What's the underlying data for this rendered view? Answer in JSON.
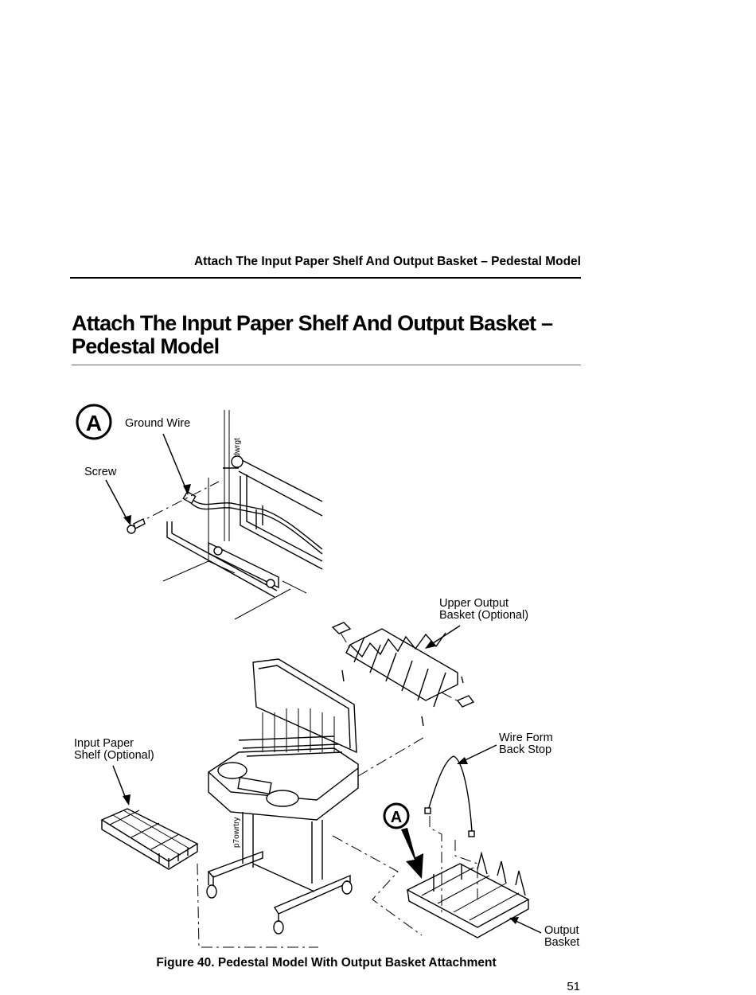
{
  "running_header": "Attach The Input Paper Shelf And Output Basket – Pedestal Model",
  "title": {
    "line1": "Attach The Input Paper Shelf And Output Basket –",
    "line2": "Pedestal Model"
  },
  "figure": {
    "callout_letter": "A",
    "labels": {
      "ground_wire": "Ground Wire",
      "screw": "Screw",
      "upper_output_basket_line1": "Upper Output",
      "upper_output_basket_line2": "Basket (Optional)",
      "wire_form_line1": "Wire Form",
      "wire_form_line2": "Back Stop",
      "input_shelf_line1": "Input Paper",
      "input_shelf_line2": "Shelf (Optional)",
      "output_basket_line1": "Output",
      "output_basket_line2": "Basket",
      "art_id_detail": "fgdwrgt",
      "art_id_main": "p7owrtry"
    }
  },
  "caption": "Figure 40. Pedestal Model With Output Basket Attachment",
  "page_number": "51"
}
